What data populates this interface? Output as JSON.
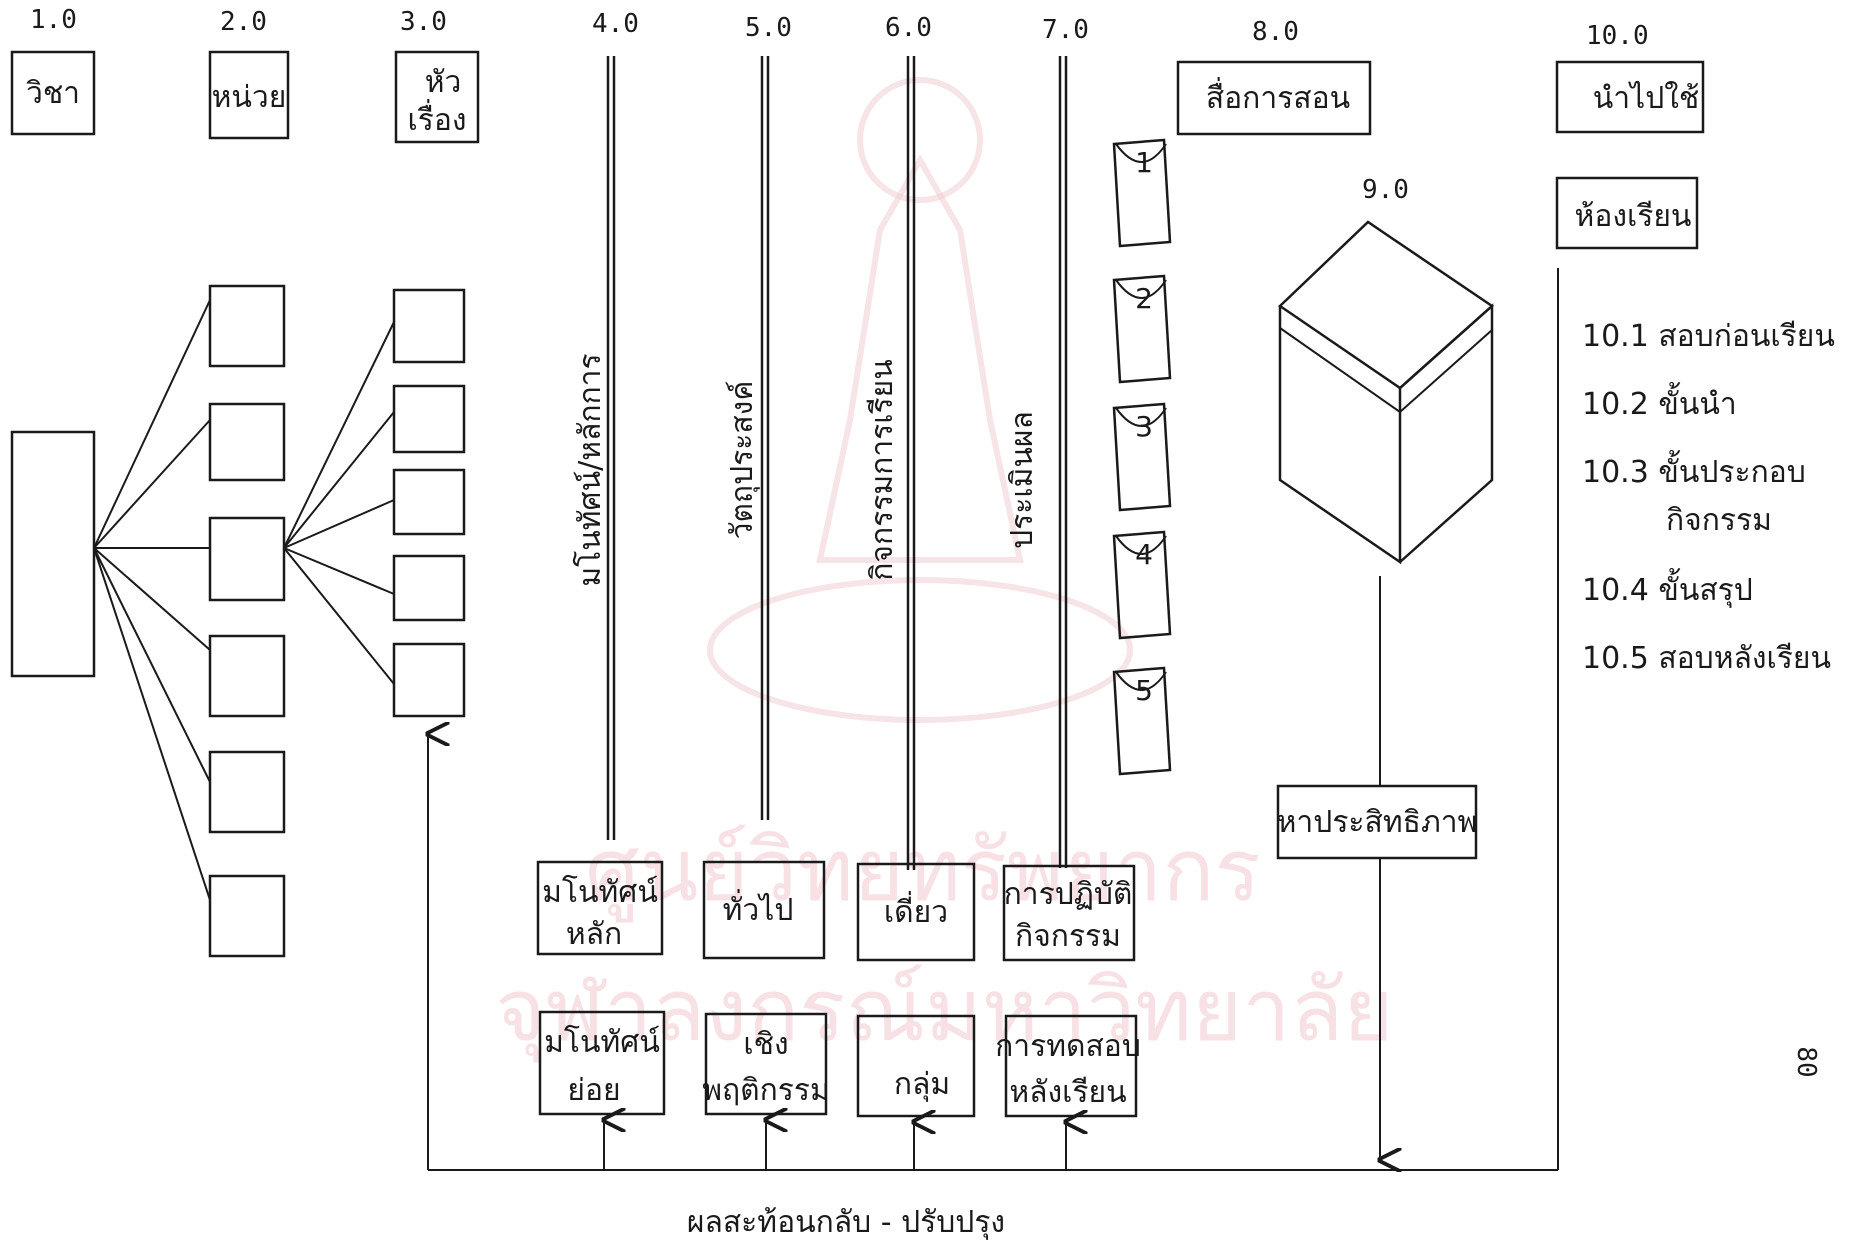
{
  "columns": [
    {
      "num": "1.0"
    },
    {
      "num": "2.0"
    },
    {
      "num": "3.0"
    },
    {
      "num": "4.0"
    },
    {
      "num": "5.0"
    },
    {
      "num": "6.0"
    },
    {
      "num": "7.0"
    },
    {
      "num": "8.0"
    },
    {
      "num": "9.0"
    },
    {
      "num": "10.0"
    }
  ],
  "headers": {
    "subject": "วิชา",
    "unit": "หน่วย",
    "topic_line1": "หัว",
    "topic_line2": "เรื่อง",
    "media": "สื่อการสอน",
    "apply": "นำไปใช้",
    "classroom": "ห้องเรียน"
  },
  "vertical_labels": [
    "มโนทัศน์/หลักการ",
    "วัตถุประสงค์",
    "กิจกรรมการเรียน",
    "ประเมินผล"
  ],
  "envelopes": [
    "1",
    "2",
    "3",
    "4",
    "5"
  ],
  "efficiency": "หาประสิทธิภาพ",
  "steps": [
    "10.1 สอบก่อนเรียน",
    "10.2 ขั้นนำ",
    "10.3 ขั้นประกอบ",
    "กิจกรรม",
    "10.4 ขั้นสรุป",
    "10.5 สอบหลังเรียน"
  ],
  "sub_boxes": {
    "main_concept_1": "มโนทัศน์",
    "main_concept_2": "หลัก",
    "general": "ทั่วไป",
    "individual": "เดี่ยว",
    "practice_1": "การปฏิบัติ",
    "practice_2": "กิจกรรม",
    "sub_concept_1": "มโนทัศน์",
    "sub_concept_2": "ย่อย",
    "behavioral_1": "เชิง",
    "behavioral_2": "พฤติกรรม",
    "group": "กลุ่ม",
    "posttest_1": "การทดสอบ",
    "posttest_2": "หลังเรียน"
  },
  "feedback_caption": "ผลสะท้อนกลับ - ปรับปรุง",
  "page_number": "80",
  "watermark": {
    "line1": "ศูนย์วิทยทรัพยากร",
    "line2": "จุฬาลงกรณ์มหาวิทยาลัย"
  }
}
